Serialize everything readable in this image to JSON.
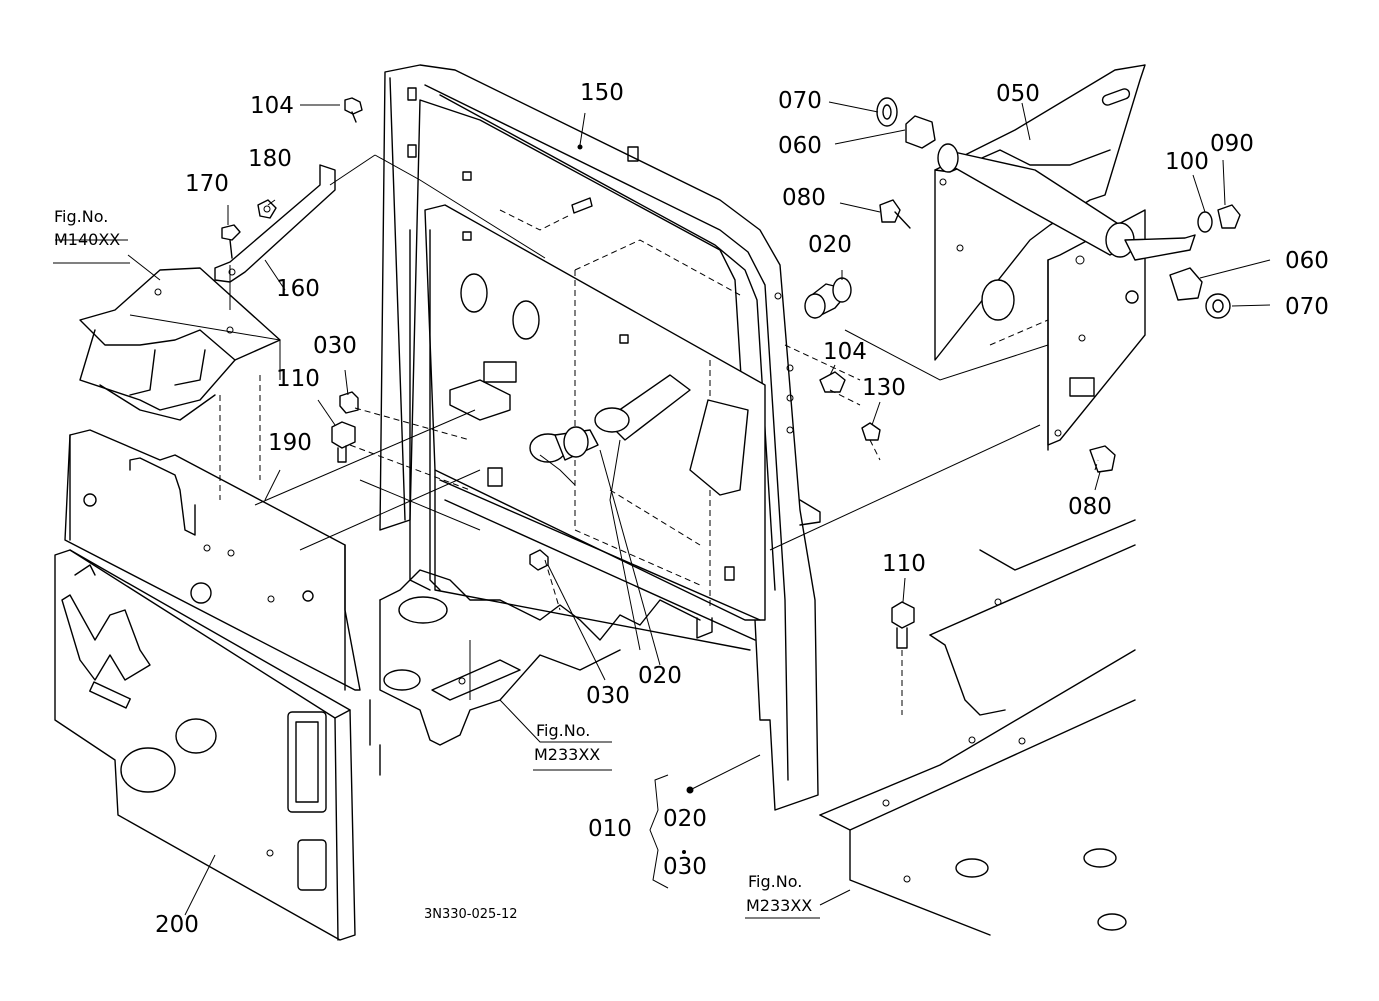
{
  "parts": {
    "p010": "010",
    "p020_a": "020",
    "p020_b": "020",
    "p020_kit": "020",
    "p030_a": "030",
    "p030_b": "030",
    "p030_kit": "030",
    "p050": "050",
    "p060_a": "060",
    "p060_b": "060",
    "p070_a": "070",
    "p070_b": "070",
    "p080_a": "080",
    "p080_b": "080",
    "p090": "090",
    "p100": "100",
    "p104_a": "104",
    "p104_b": "104",
    "p110_a": "110",
    "p110_b": "110",
    "p130": "130",
    "p150": "150",
    "p160": "160",
    "p170": "170",
    "p180": "180",
    "p190": "190",
    "p200": "200"
  },
  "refs": {
    "fig_m140": {
      "label": "Fig.No.",
      "code": "M140XX"
    },
    "fig_m233_a": {
      "label": "Fig.No.",
      "code": "M233XX"
    },
    "fig_m233_b": {
      "label": "Fig.No.",
      "code": "M233XX"
    }
  },
  "drawing_code": "3N330-025-12"
}
